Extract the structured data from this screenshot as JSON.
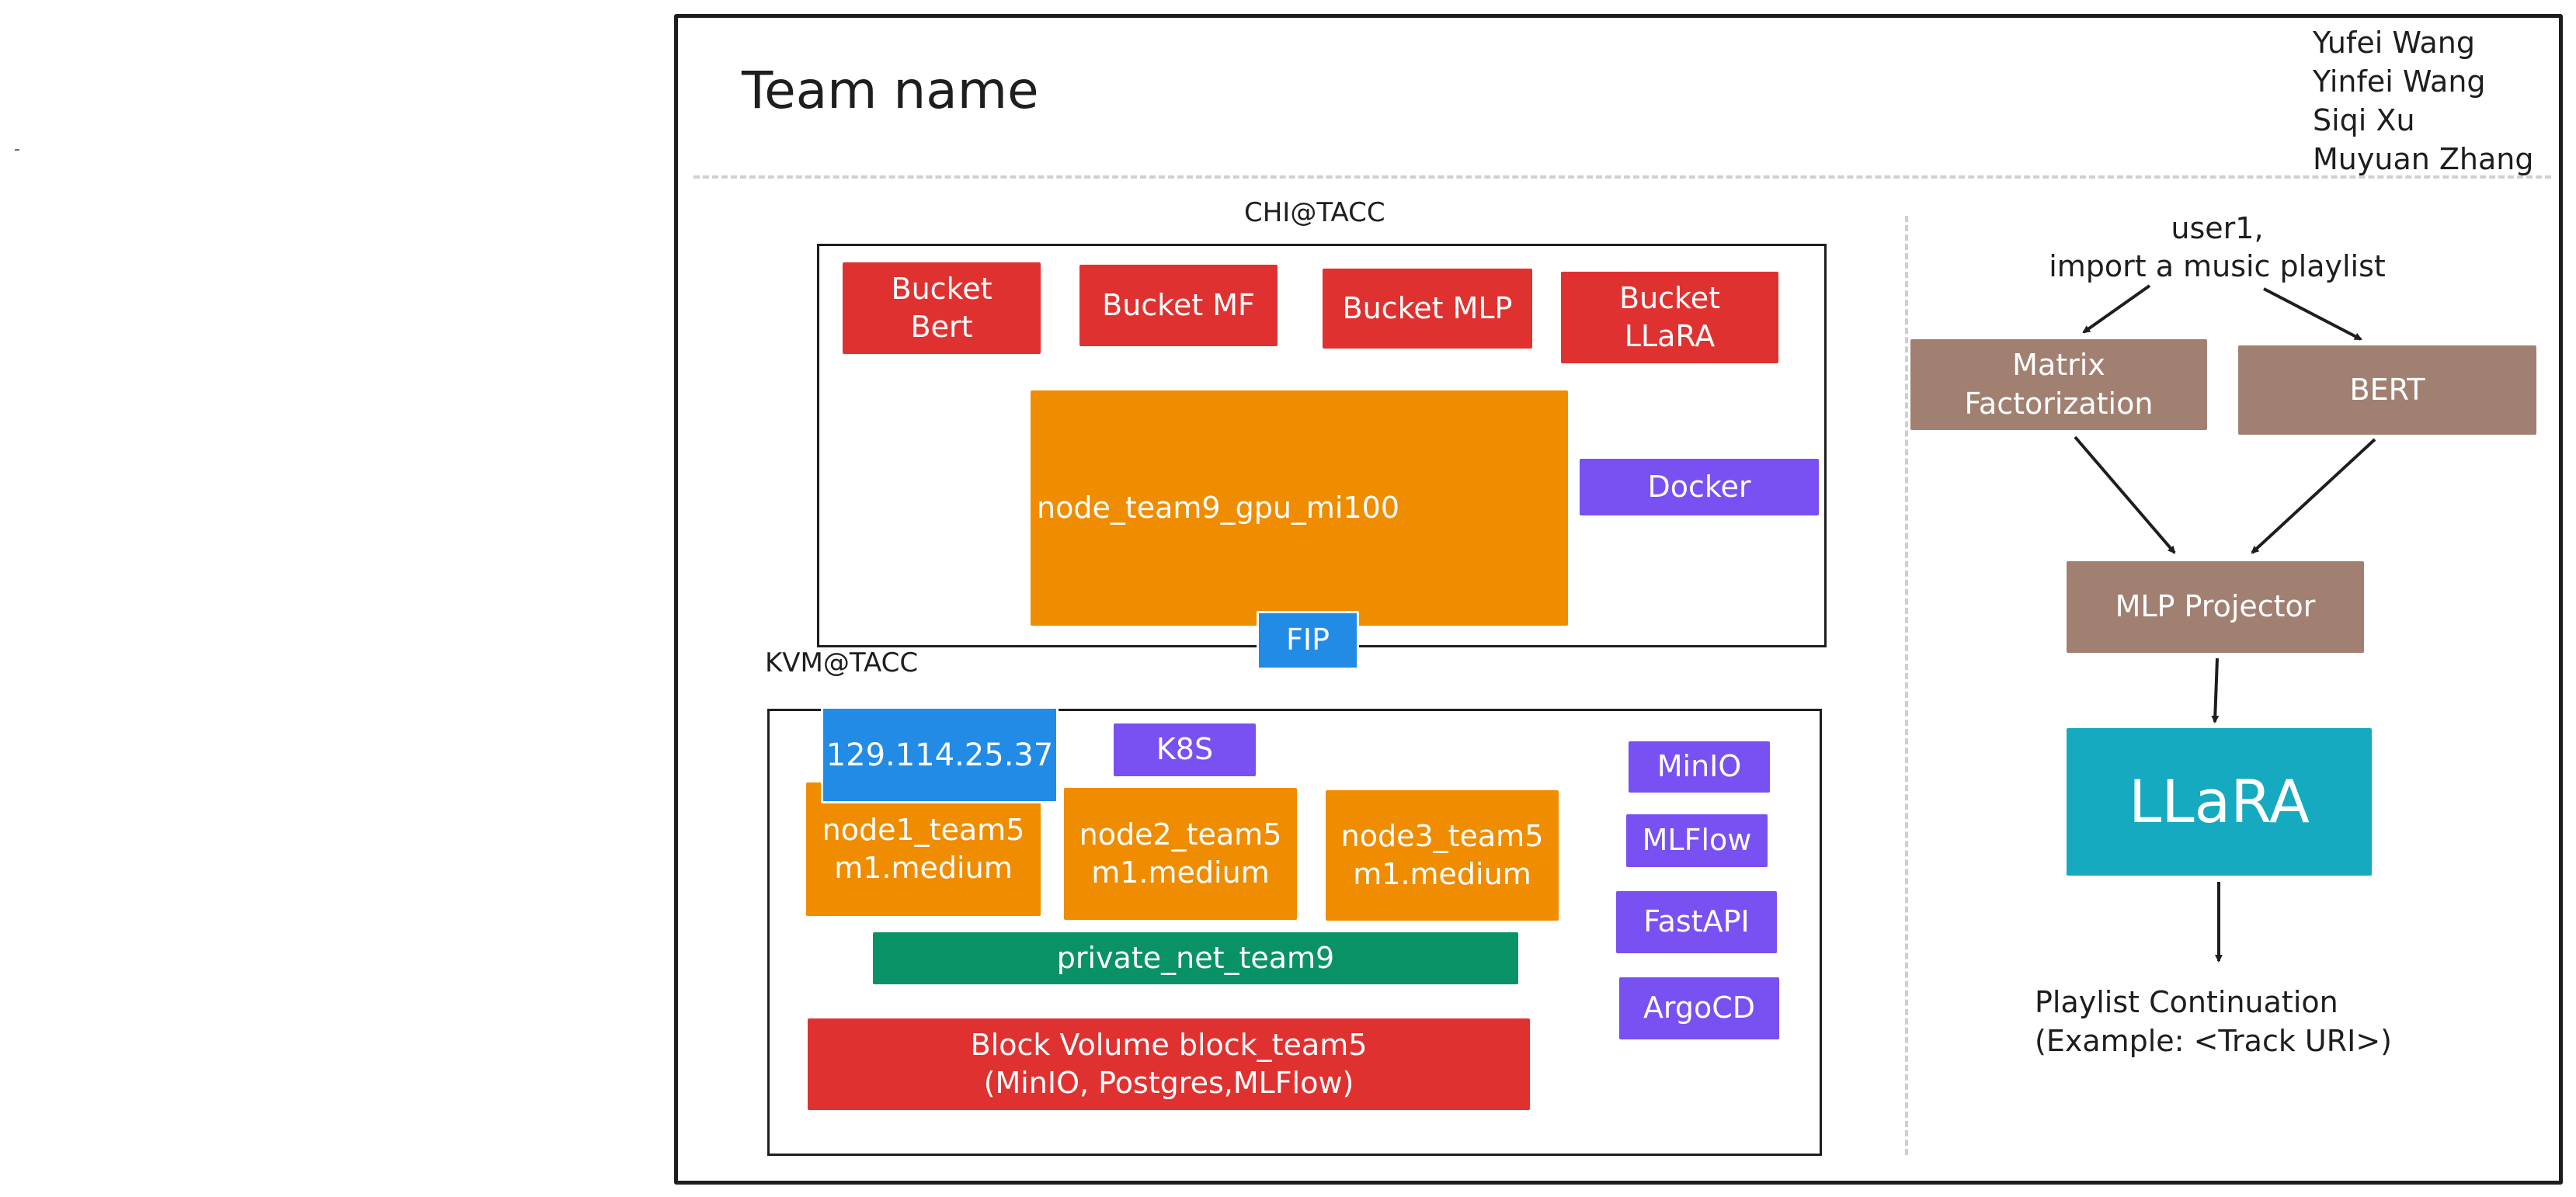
{
  "stray_mark": "-",
  "header": {
    "title": "Team name",
    "members": "Yufei Wang\nYinfei Wang\nSiqi Xu\nMuyuan Zhang"
  },
  "chi": {
    "label": "CHI@TACC",
    "buckets": [
      "Bucket\nBert",
      "Bucket MF",
      "Bucket MLP",
      "Bucket\nLLaRA"
    ],
    "node": "node_team9_gpu_mi100",
    "docker": "Docker",
    "fip": "FIP"
  },
  "kvm": {
    "label": "KVM@TACC",
    "ip": "129.114.25.37",
    "k8s": "K8S",
    "nodes": [
      "node1_team5\nm1.medium",
      "node2_team5\nm1.medium",
      "node3_team5\nm1.medium"
    ],
    "services": [
      "MinIO",
      "MLFlow",
      "FastAPI",
      "ArgoCD"
    ],
    "network": "private_net_team9",
    "volume": "Block Volume block_team5\n(MinIO, Postgres,MLFlow)"
  },
  "model": {
    "input": "user1,\nimport a music playlist",
    "mf": "Matrix\nFactorization",
    "bert": "BERT",
    "mlp": "MLP Projector",
    "llara": "LLaRA",
    "output": "Playlist Continuation\n(Example: <Track URI>)"
  }
}
